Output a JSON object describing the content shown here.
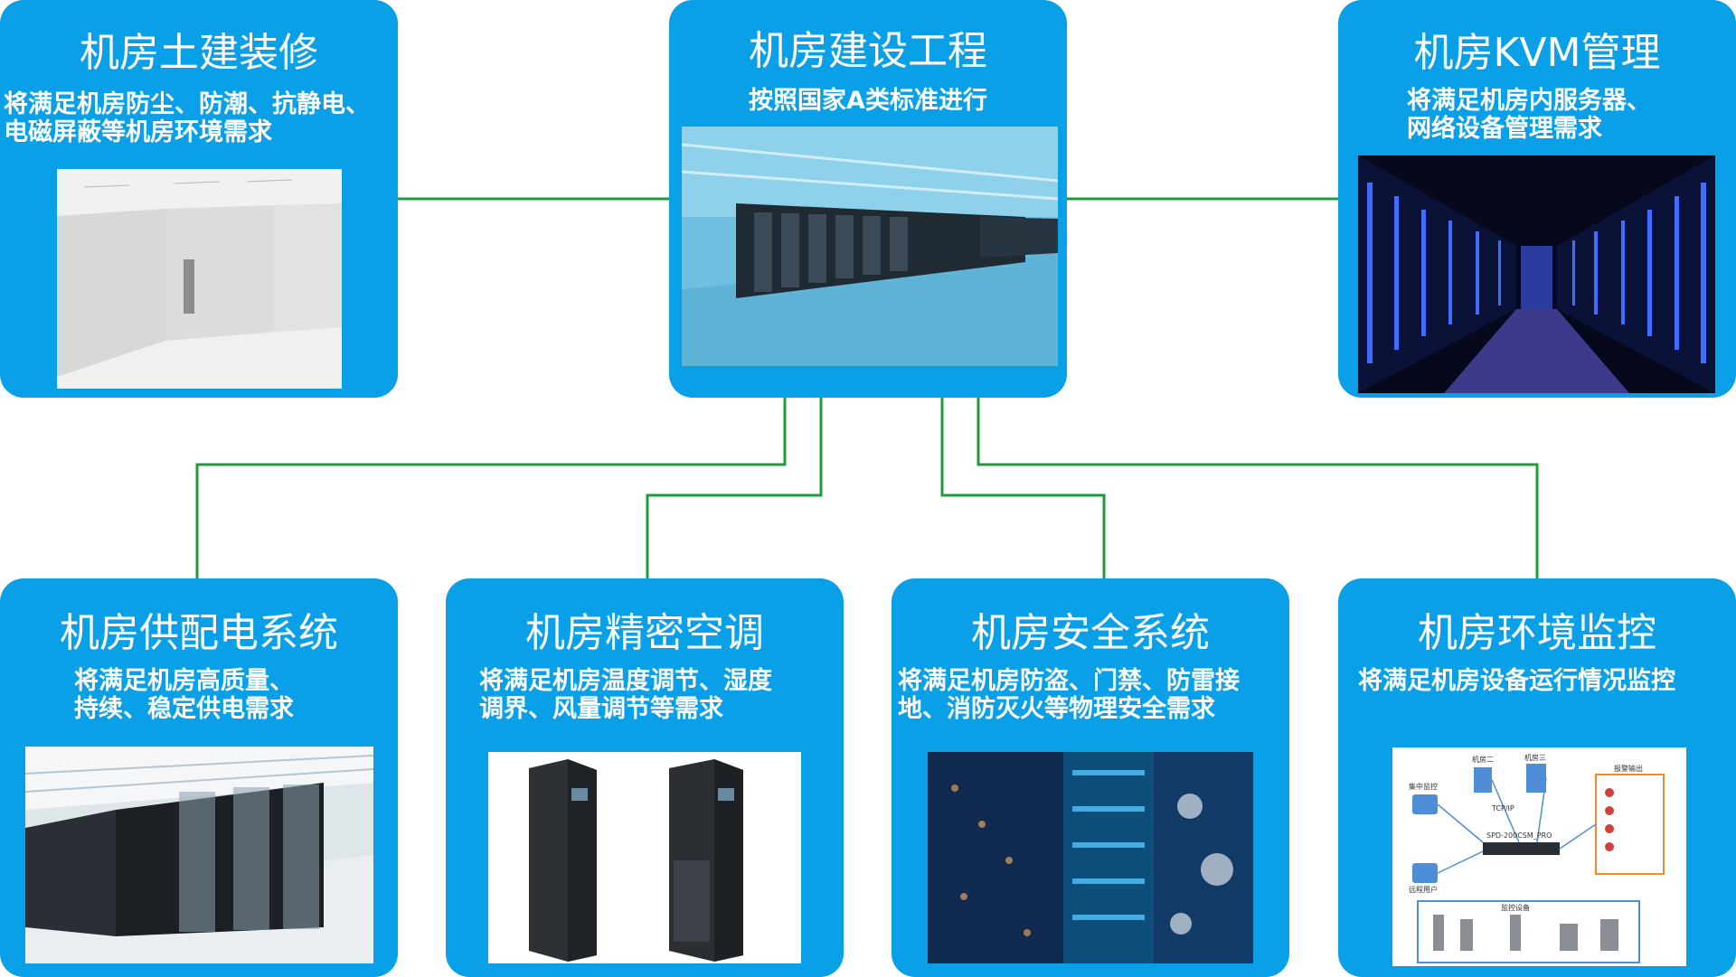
{
  "center": {
    "title": "机房建设工程",
    "desc": [
      "按照国家A类标准进行"
    ],
    "image": "data-center-hall-image"
  },
  "top_left": {
    "title": "机房土建装修",
    "desc": [
      "将满足机房防尘、防潮、抗静电、",
      "电磁屏蔽等机房环境需求"
    ],
    "image": "empty-room-image"
  },
  "top_right": {
    "title": "机房KVM管理",
    "desc": [
      "将满足机房内服务器、",
      "网络设备管理需求"
    ],
    "image": "server-aisle-image"
  },
  "bottom": [
    {
      "title": "机房供配电系统",
      "desc": [
        "将满足机房高质量、",
        "持续、稳定供电需求"
      ],
      "image": "server-room-glass-image"
    },
    {
      "title": "机房精密空调",
      "desc": [
        "将满足机房温度调节、湿度",
        "调界、风量调节等需求"
      ],
      "image": "precision-ac-units-image"
    },
    {
      "title": "机房安全系统",
      "desc": [
        "将满足机房防盗、门禁、防雷接",
        "地、消防灭火等物理安全需求"
      ],
      "image": "server-rack-lights-image"
    },
    {
      "title": "机房环境监控",
      "desc": [
        "将满足机房设备运行情况监控"
      ],
      "image": "monitoring-topology-image"
    }
  ],
  "monitor_diagram": {
    "labels": [
      "集中监控",
      "机房二",
      "机房三",
      "TCP/IP",
      "报警输出",
      "SPD-200CSM_PRO",
      "远程用户",
      "监控设备"
    ]
  },
  "colors": {
    "card_blue": "#0aa0e8",
    "connector_green": "#1e9b3a",
    "text": "#ffffff"
  }
}
